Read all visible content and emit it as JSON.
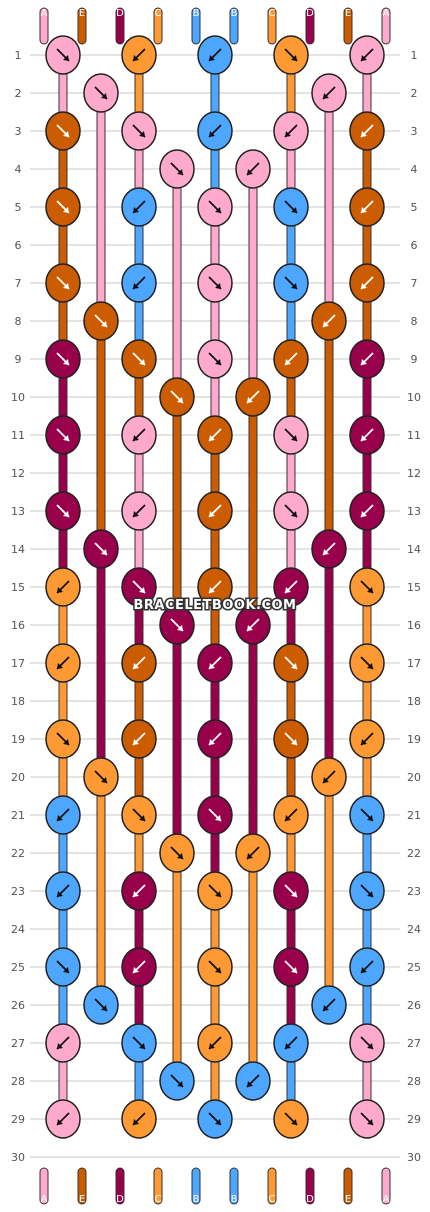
{
  "title": "",
  "colors": {
    "A": "#ffaacc",
    "E": "#cc5c00",
    "D": "#99004c",
    "C": "#ff9933",
    "B": "#4da6ff"
  },
  "strings_top": [
    "A",
    "E",
    "D",
    "C",
    "B",
    "B",
    "C",
    "D",
    "E",
    "A"
  ],
  "strings_bottom": [
    "A",
    "E",
    "D",
    "C",
    "B",
    "B",
    "C",
    "D",
    "E",
    "A"
  ],
  "rows": [
    "1",
    "2",
    "3",
    "4",
    "5",
    "6",
    "7",
    "8",
    "9",
    "10",
    "11",
    "12",
    "13",
    "14",
    "15",
    "16",
    "17",
    "18",
    "19",
    "20",
    "21",
    "22",
    "23",
    "24",
    "25",
    "26",
    "27",
    "28",
    "29",
    "30"
  ],
  "knots": [
    {
      "row": 1,
      "slot": 0,
      "color": "A",
      "dir": "se"
    },
    {
      "row": 1,
      "slot": 3,
      "color": "C",
      "dir": "sw"
    },
    {
      "row": 1,
      "slot": 5,
      "color": "B",
      "dir": "sw"
    },
    {
      "row": 1,
      "slot": 7,
      "color": "C",
      "dir": "se"
    },
    {
      "row": 1,
      "slot": 9,
      "color": "A",
      "dir": "sw"
    },
    {
      "row": 2,
      "slot": 1,
      "color": "A",
      "dir": "se"
    },
    {
      "row": 2,
      "slot": 8,
      "color": "A",
      "dir": "sw"
    },
    {
      "row": 3,
      "slot": 0,
      "color": "E",
      "dir": "se"
    },
    {
      "row": 3,
      "slot": 3,
      "color": "A",
      "dir": "se"
    },
    {
      "row": 3,
      "slot": 5,
      "color": "B",
      "dir": "sw"
    },
    {
      "row": 3,
      "slot": 7,
      "color": "A",
      "dir": "sw"
    },
    {
      "row": 3,
      "slot": 9,
      "color": "E",
      "dir": "sw"
    },
    {
      "row": 4,
      "slot": 4,
      "color": "A",
      "dir": "se"
    },
    {
      "row": 4,
      "slot": 6,
      "color": "A",
      "dir": "sw"
    },
    {
      "row": 5,
      "slot": 0,
      "color": "E",
      "dir": "se"
    },
    {
      "row": 5,
      "slot": 3,
      "color": "B",
      "dir": "sw"
    },
    {
      "row": 5,
      "slot": 5,
      "color": "A",
      "dir": "se"
    },
    {
      "row": 5,
      "slot": 7,
      "color": "B",
      "dir": "se"
    },
    {
      "row": 5,
      "slot": 9,
      "color": "E",
      "dir": "sw"
    },
    {
      "row": 7,
      "slot": 0,
      "color": "E",
      "dir": "se"
    },
    {
      "row": 7,
      "slot": 3,
      "color": "B",
      "dir": "sw"
    },
    {
      "row": 7,
      "slot": 5,
      "color": "A",
      "dir": "se"
    },
    {
      "row": 7,
      "slot": 7,
      "color": "B",
      "dir": "se"
    },
    {
      "row": 7,
      "slot": 9,
      "color": "E",
      "dir": "sw"
    },
    {
      "row": 8,
      "slot": 2,
      "color": "E",
      "dir": "se"
    },
    {
      "row": 8,
      "slot": 8,
      "color": "E",
      "dir": "sw"
    },
    {
      "row": 9,
      "slot": 0,
      "color": "D",
      "dir": "se"
    },
    {
      "row": 9,
      "slot": 3,
      "color": "E",
      "dir": "se"
    },
    {
      "row": 9,
      "slot": 5,
      "color": "A",
      "dir": "se"
    },
    {
      "row": 9,
      "slot": 7,
      "color": "E",
      "dir": "sw"
    },
    {
      "row": 9,
      "slot": 9,
      "color": "D",
      "dir": "sw"
    },
    {
      "row": 10,
      "slot": 4,
      "color": "E",
      "dir": "se"
    },
    {
      "row": 10,
      "slot": 6,
      "color": "E",
      "dir": "sw"
    },
    {
      "row": 11,
      "slot": 0,
      "color": "D",
      "dir": "se"
    },
    {
      "row": 11,
      "slot": 3,
      "color": "A",
      "dir": "sw"
    },
    {
      "row": 11,
      "slot": 5,
      "color": "E",
      "dir": "sw"
    },
    {
      "row": 11,
      "slot": 7,
      "color": "A",
      "dir": "se"
    },
    {
      "row": 11,
      "slot": 9,
      "color": "D",
      "dir": "sw"
    },
    {
      "row": 13,
      "slot": 0,
      "color": "D",
      "dir": "se"
    },
    {
      "row": 13,
      "slot": 3,
      "color": "A",
      "dir": "sw"
    },
    {
      "row": 13,
      "slot": 5,
      "color": "E",
      "dir": "sw"
    },
    {
      "row": 13,
      "slot": 7,
      "color": "A",
      "dir": "se"
    },
    {
      "row": 13,
      "slot": 9,
      "color": "D",
      "dir": "sw"
    },
    {
      "row": 14,
      "slot": 2,
      "color": "D",
      "dir": "se"
    },
    {
      "row": 14,
      "slot": 8,
      "color": "D",
      "dir": "sw"
    },
    {
      "row": 15,
      "slot": 0,
      "color": "C",
      "dir": "sw"
    },
    {
      "row": 15,
      "slot": 3,
      "color": "D",
      "dir": "se"
    },
    {
      "row": 15,
      "slot": 5,
      "color": "E",
      "dir": "sw"
    },
    {
      "row": 15,
      "slot": 7,
      "color": "D",
      "dir": "sw"
    },
    {
      "row": 15,
      "slot": 9,
      "color": "C",
      "dir": "se"
    },
    {
      "row": 16,
      "slot": 4,
      "color": "D",
      "dir": "se"
    },
    {
      "row": 16,
      "slot": 6,
      "color": "D",
      "dir": "sw"
    },
    {
      "row": 17,
      "slot": 0,
      "color": "C",
      "dir": "sw"
    },
    {
      "row": 17,
      "slot": 3,
      "color": "E",
      "dir": "sw"
    },
    {
      "row": 17,
      "slot": 5,
      "color": "D",
      "dir": "sw"
    },
    {
      "row": 17,
      "slot": 7,
      "color": "E",
      "dir": "se"
    },
    {
      "row": 17,
      "slot": 9,
      "color": "C",
      "dir": "se"
    },
    {
      "row": 19,
      "slot": 0,
      "color": "C",
      "dir": "se"
    },
    {
      "row": 19,
      "slot": 3,
      "color": "E",
      "dir": "sw"
    },
    {
      "row": 19,
      "slot": 5,
      "color": "D",
      "dir": "sw"
    },
    {
      "row": 19,
      "slot": 7,
      "color": "E",
      "dir": "se"
    },
    {
      "row": 19,
      "slot": 9,
      "color": "C",
      "dir": "sw"
    },
    {
      "row": 20,
      "slot": 2,
      "color": "C",
      "dir": "se"
    },
    {
      "row": 20,
      "slot": 8,
      "color": "C",
      "dir": "sw"
    },
    {
      "row": 21,
      "slot": 0,
      "color": "B",
      "dir": "sw"
    },
    {
      "row": 21,
      "slot": 3,
      "color": "C",
      "dir": "se"
    },
    {
      "row": 21,
      "slot": 5,
      "color": "D",
      "dir": "se"
    },
    {
      "row": 21,
      "slot": 7,
      "color": "C",
      "dir": "sw"
    },
    {
      "row": 21,
      "slot": 9,
      "color": "B",
      "dir": "se"
    },
    {
      "row": 22,
      "slot": 4,
      "color": "C",
      "dir": "se"
    },
    {
      "row": 22,
      "slot": 6,
      "color": "C",
      "dir": "sw"
    },
    {
      "row": 23,
      "slot": 0,
      "color": "B",
      "dir": "sw"
    },
    {
      "row": 23,
      "slot": 3,
      "color": "D",
      "dir": "sw"
    },
    {
      "row": 23,
      "slot": 5,
      "color": "C",
      "dir": "se"
    },
    {
      "row": 23,
      "slot": 7,
      "color": "D",
      "dir": "se"
    },
    {
      "row": 23,
      "slot": 9,
      "color": "B",
      "dir": "se"
    },
    {
      "row": 25,
      "slot": 0,
      "color": "B",
      "dir": "se"
    },
    {
      "row": 25,
      "slot": 3,
      "color": "D",
      "dir": "sw"
    },
    {
      "row": 25,
      "slot": 5,
      "color": "C",
      "dir": "se"
    },
    {
      "row": 25,
      "slot": 7,
      "color": "D",
      "dir": "se"
    },
    {
      "row": 25,
      "slot": 9,
      "color": "B",
      "dir": "sw"
    },
    {
      "row": 26,
      "slot": 2,
      "color": "B",
      "dir": "se"
    },
    {
      "row": 26,
      "slot": 8,
      "color": "B",
      "dir": "sw"
    },
    {
      "row": 27,
      "slot": 0,
      "color": "A",
      "dir": "sw"
    },
    {
      "row": 27,
      "slot": 3,
      "color": "B",
      "dir": "se"
    },
    {
      "row": 27,
      "slot": 5,
      "color": "C",
      "dir": "sw"
    },
    {
      "row": 27,
      "slot": 7,
      "color": "B",
      "dir": "sw"
    },
    {
      "row": 27,
      "slot": 9,
      "color": "A",
      "dir": "se"
    },
    {
      "row": 28,
      "slot": 4,
      "color": "B",
      "dir": "se"
    },
    {
      "row": 28,
      "slot": 6,
      "color": "B",
      "dir": "sw"
    },
    {
      "row": 29,
      "slot": 0,
      "color": "A",
      "dir": "sw"
    },
    {
      "row": 29,
      "slot": 3,
      "color": "C",
      "dir": "sw"
    },
    {
      "row": 29,
      "slot": 5,
      "color": "B",
      "dir": "se"
    },
    {
      "row": 29,
      "slot": 7,
      "color": "C",
      "dir": "se"
    },
    {
      "row": 29,
      "slot": 9,
      "color": "A",
      "dir": "se"
    }
  ],
  "watermark": "BRACELETBOOK.COM"
}
